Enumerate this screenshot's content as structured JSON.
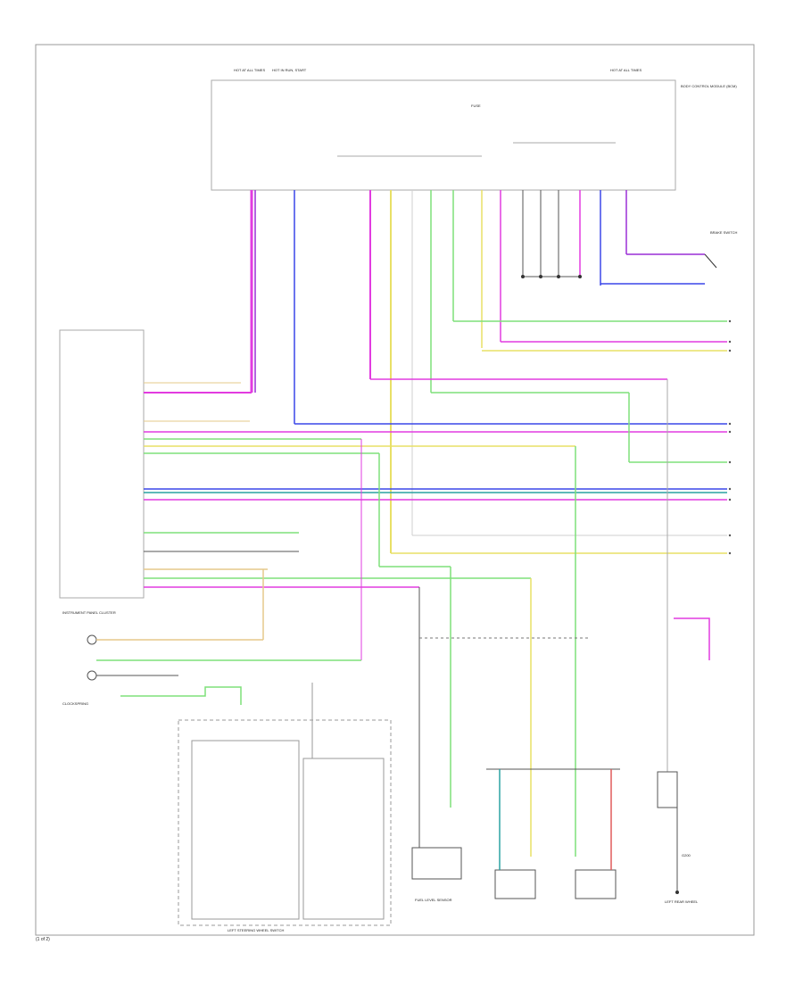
{
  "footer": {
    "code": "(1 of 2)"
  },
  "sheet": {
    "top_left_label": "HOT AT ALL TIMES",
    "top_left2_label": "HOT IN RUN, START",
    "top_right_label": "HOT AT ALL TIMES",
    "fuse_label": "FUSE",
    "module_label": "BODY CONTROL MODULE (BCM)",
    "switch_label": "BRAKE SWITCH",
    "ipc_label": "INSTRUMENT PANEL CLUSTER",
    "clockspring_label": "CLOCKSPRING",
    "lsw_label": "LEFT STEERING WHEEL SWITCH",
    "sensor_label": "FUEL LEVEL SENSOR",
    "g_label": "G200",
    "s_label": "LEFT REAR WHEEL",
    "colors": {
      "pink": "#e23be0",
      "purple": "#9a2fd6",
      "blue": "#3a47e8",
      "green": "#7fe07a",
      "yellow": "#e8e066",
      "tan": "#e5c98a",
      "grey": "#9a9a9a",
      "red": "#e05a5a",
      "dark": "#333333"
    }
  }
}
